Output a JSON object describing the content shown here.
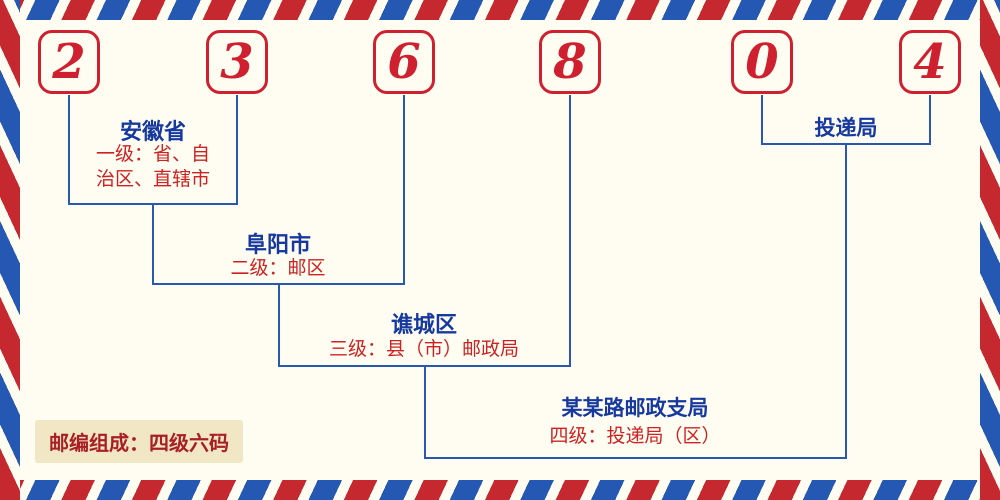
{
  "postal_code": {
    "digits": [
      "2",
      "3",
      "6",
      "8",
      "0",
      "4"
    ]
  },
  "annotations": {
    "level1": {
      "name": "安徽省",
      "desc_lines": [
        "一级：省、自",
        "治区、直辖市"
      ]
    },
    "level2": {
      "name": "阜阳市",
      "desc": "二级：邮区"
    },
    "level3": {
      "name": "谯城区",
      "desc": "三级：县（市）邮政局"
    },
    "level4": {
      "name": "某某路邮政支局",
      "desc": "四级：投递局（区）"
    },
    "delivery_bureau": {
      "name": "投递局"
    }
  },
  "footer": {
    "composition": "邮编组成：四级六码"
  },
  "colors": {
    "digit_red": "#cf2030",
    "label_blue": "#16399f",
    "desc_red": "#cc2222",
    "line_blue": "#2a57b0",
    "stripe_red": "#c5282f",
    "stripe_blue": "#2458b3",
    "background": "#fffdf2",
    "footer_bg": "#f2e7c4",
    "footer_text": "#a81f24"
  }
}
